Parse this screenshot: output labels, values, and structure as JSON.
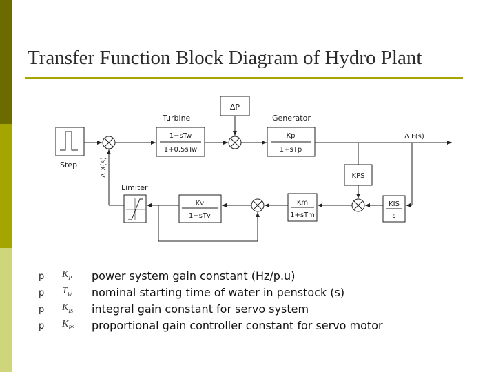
{
  "slide": {
    "title": "Transfer Function Block Diagram of Hydro Plant",
    "accent_colors": {
      "dark": "#6b6b00",
      "mid": "#a5a500",
      "light": "#cfd57a"
    }
  },
  "diagram": {
    "labels": {
      "turbine": "Turbine",
      "generator": "Generator",
      "step": "Step",
      "limiter": "Limiter",
      "delta_x": "Δ X(s)",
      "delta_f": "Δ F(s)"
    },
    "blocks": {
      "delta_p": "ΔP",
      "turbine_num": "1−sTw",
      "turbine_den": "1+0.5sTw",
      "generator_num": "Kp",
      "generator_den": "1+sTp",
      "kps": "KPS",
      "kv_num": "Kv",
      "kv_den": "1+sTv",
      "km_num": "Km",
      "km_den": "1+sTm",
      "kis_num": "KIS",
      "kis_den": "s"
    }
  },
  "definitions": [
    {
      "bullet": "p",
      "symbol": "K",
      "subscript": "P",
      "text": "power system gain constant (Hz/p.u)"
    },
    {
      "bullet": "p",
      "symbol": "T",
      "subscript": "W",
      "text": "nominal starting time of water in penstock (s)"
    },
    {
      "bullet": "p",
      "symbol": "K",
      "subscript": "IS",
      "text": "integral gain constant for servo system"
    },
    {
      "bullet": "p",
      "symbol": "K",
      "subscript": "PS",
      "text": "proportional gain controller constant for servo motor"
    }
  ]
}
